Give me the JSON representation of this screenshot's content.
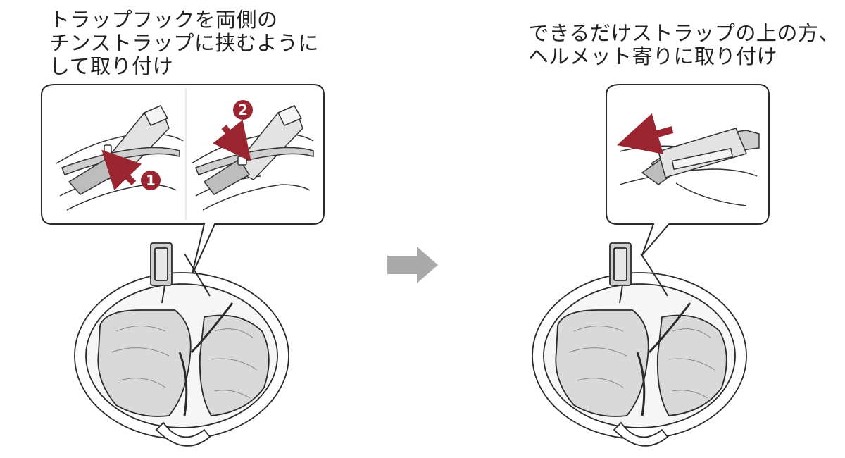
{
  "left_step": {
    "instruction_lines": [
      "トラップフックを両側の",
      "チンストラップに挟むように",
      "して取り付け"
    ],
    "badge_1": "1",
    "badge_2": "2"
  },
  "right_step": {
    "instruction_lines": [
      "できるだけストラップの上の方、",
      "ヘルメット寄りに取り付け"
    ]
  },
  "colors": {
    "accent_red": "#9a2530",
    "arrow_gray": "#aaaaaa",
    "line": "#2a2a2a",
    "fill_gray": "#dcdcdc"
  }
}
